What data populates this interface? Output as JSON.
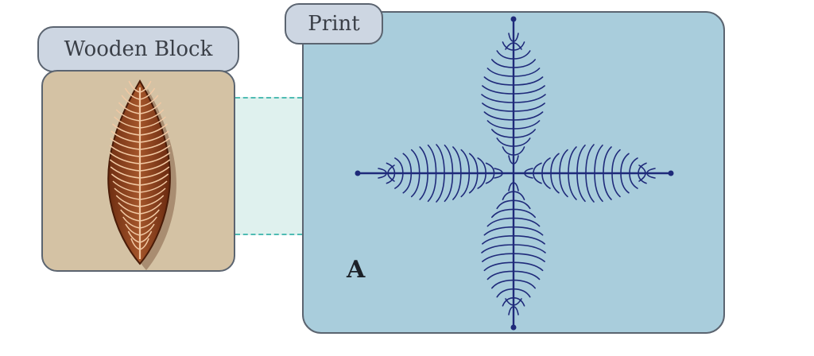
{
  "wooden_block": {
    "label": "Wooden Block"
  },
  "print": {
    "label": "Print",
    "letter": "A"
  },
  "colors": {
    "tab_fill": "#cdd6e2",
    "block_panel": "#d4c2a4",
    "wood": "#8a3f1c",
    "print_panel": "#a9cddc",
    "ink": "#1f2a7a",
    "connector": "#dff1ee",
    "connector_dash": "#4fbcb3"
  },
  "icons": {
    "block_motif": "carved-leaf-icon",
    "print_motif": "four-leaf-cross-print-icon"
  }
}
